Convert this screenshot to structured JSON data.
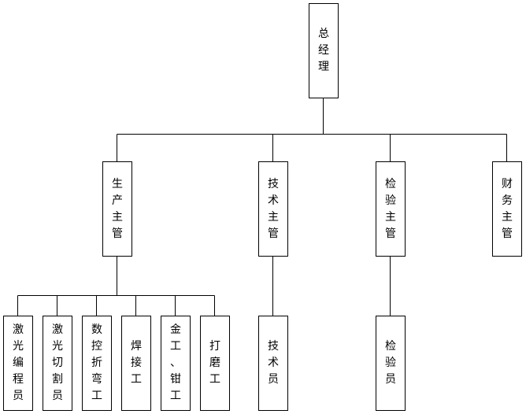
{
  "chart": {
    "root": {
      "label": "总\n经\n理"
    },
    "managers": [
      {
        "label": "生\n产\n主\n管"
      },
      {
        "label": "技\n术\n主\n管"
      },
      {
        "label": "检\n验\n主\n管"
      },
      {
        "label": "财\n务\n主\n管"
      }
    ],
    "production_staff": [
      {
        "label": "激\n光\n编\n程\n员"
      },
      {
        "label": "激\n光\n切\n割\n员"
      },
      {
        "label": "数\n控\n折\n弯\n工"
      },
      {
        "label": "焊\n接\n工"
      },
      {
        "label": "金\n工\n、\n钳\n工"
      },
      {
        "label": "打\n磨\n工"
      }
    ],
    "technical_staff": {
      "label": "技\n术\n员"
    },
    "inspection_staff": {
      "label": "检\n验\n员"
    }
  },
  "colors": {
    "line": "#000000",
    "box_border": "#000000",
    "background": "#ffffff"
  }
}
